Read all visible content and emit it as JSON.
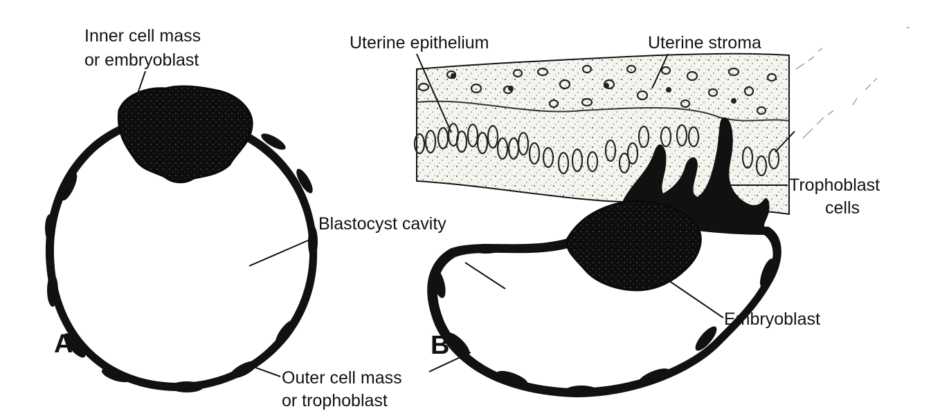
{
  "figure": {
    "panel_a": {
      "letter": "A",
      "labels": {
        "inner_cell_mass_line1": "Inner cell mass",
        "inner_cell_mass_line2": "or embryoblast",
        "blastocyst_cavity": "Blastocyst cavity",
        "outer_cell_mass_line1": "Outer cell mass",
        "outer_cell_mass_line2": "or trophoblast"
      }
    },
    "panel_b": {
      "letter": "B",
      "labels": {
        "uterine_epithelium": "Uterine epithelium",
        "uterine_stroma": "Uterine stroma",
        "trophoblast_line1": "Trophoblast",
        "trophoblast_line2": "cells",
        "embryoblast": "Embryoblast"
      }
    },
    "colors": {
      "ink": "#111111",
      "tissue": "#f4f4f0"
    }
  }
}
